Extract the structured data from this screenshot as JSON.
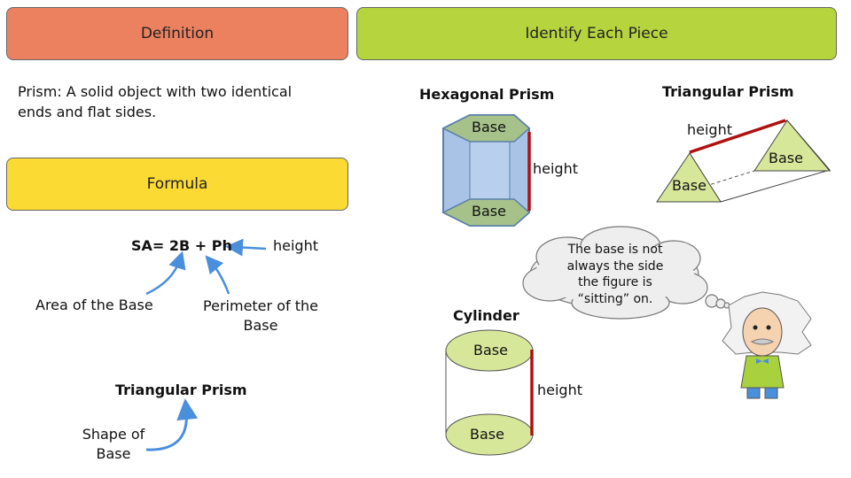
{
  "left": {
    "definition_header": "Definition",
    "definition_text_line1": "Prism: A solid object with two identical",
    "definition_text_line2": "ends and flat sides.",
    "formula_header": "Formula",
    "formula": "SA= 2B + Ph",
    "label_height": "height",
    "label_area_base": "Area of the Base",
    "label_perimeter_line1": "Perimeter of the",
    "label_perimeter_line2": "Base",
    "example_title": "Triangular Prism",
    "shape_of_base_line1": "Shape of",
    "shape_of_base_line2": "Base"
  },
  "right": {
    "header": "Identify Each Piece",
    "hex_title": "Hexagonal Prism",
    "hex_base_top": "Base",
    "hex_base_bottom": "Base",
    "hex_height": "height",
    "tri_title": "Triangular Prism",
    "tri_height": "height",
    "tri_base_left": "Base",
    "tri_base_right": "Base",
    "cyl_title": "Cylinder",
    "cyl_base_top": "Base",
    "cyl_base_bottom": "Base",
    "cyl_height": "height",
    "thought_line1": "The base is not",
    "thought_line2": "always the side",
    "thought_line3": "the figure is",
    "thought_line4": "“sitting” on."
  },
  "colors": {
    "definition": "#EC8160",
    "identify": "#B6D43E",
    "formula": "#FBDA33",
    "arrow": "#4A8FDB",
    "height_line": "#B01010",
    "base_fill": "#D7E79A"
  }
}
